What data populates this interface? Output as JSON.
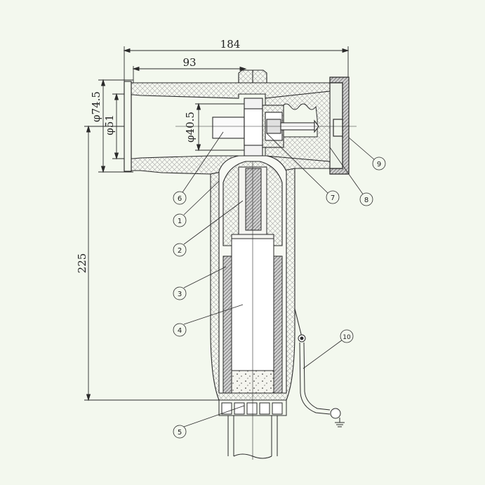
{
  "dimensions": {
    "total_width": "184",
    "body_depth": "93",
    "dia_outer": "φ74.5",
    "dia_inner": "φ51",
    "dia_bore": "φ40.5",
    "height": "225"
  },
  "callouts": [
    "1",
    "2",
    "3",
    "4",
    "5",
    "6",
    "7",
    "8",
    "9",
    "10"
  ],
  "colors": {
    "background": "#f3f8ee",
    "line": "#2a2a2a",
    "hatch_body": "#9a9a9a"
  }
}
